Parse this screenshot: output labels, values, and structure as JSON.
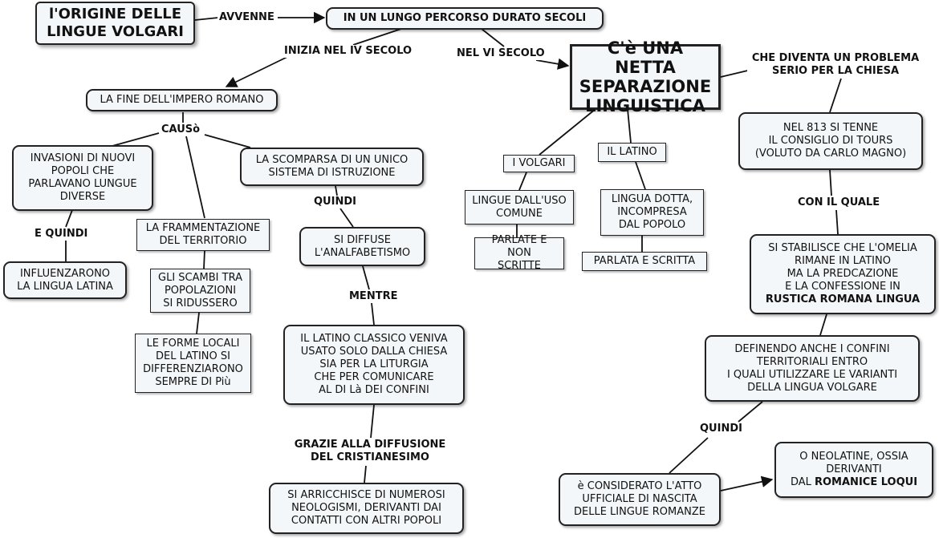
{
  "nodes": {
    "title": "l'ORIGINE DELLE\nLINGUE VOLGARI",
    "percorso": "IN UN LUNGO PERCORSO DURATO SECOLI",
    "fine_impero": "LA FINE DELL'IMPERO ROMANO",
    "invasioni": "INVASIONI DI NUOVI\nPOPOLI CHE\nPARLAVANO LUNGUE\nDIVERSE",
    "influenzarono": "INFLUENZARONO\nLA LINGUA LATINA",
    "frammentazione": "LA FRAMMENTAZIONE\nDEL TERRITORIO",
    "scambi": "GLI SCAMBI TRA\nPOPOLAZIONI\nSI RIDUSSERO",
    "forme_locali": "LE FORME LOCALI\nDEL LATINO SI\nDIFFERENZIARONO\nSEMPRE DI Più",
    "scomparsa": "LA SCOMPARSA DI UN UNICO\nSISTEMA DI ISTRUZIONE",
    "analfabetismo": "SI DIFFUSE\nL'ANALFABETISMO",
    "latino_classico": "IL LATINO CLASSICO VENIVA\nUSATO SOLO DALLA CHIESA\nSIA PER LA LITURGIA\nCHE PER COMUNICARE\nAL DI Là DEI CONFINI",
    "neologismi": "SI ARRICCHISCE DI NUMEROSI\nNEOLOGISMI, DERIVANTI DAI\nCONTATTI CON ALTRI POPOLI",
    "separazione": "C'è UNA NETTA\nSEPARAZIONE\nLINGUISTICA",
    "volgari": "I VOLGARI",
    "latino": "IL LATINO",
    "uso_comune": "LINGUE DALL'USO\nCOMUNE",
    "parlate_non": "PARLATE E NON\nSCRITTE",
    "lingua_dotta": "LINGUA DOTTA,\nINCOMPRESA\nDAL POPOLO",
    "parlata_scritta": "PARLATA E SCRITTA",
    "tours": "NEL 813 SI TENNE\nIL CONSIGLIO DI TOURS\n(VOLUTO DA CARLO MAGNO)",
    "omelia": "SI STABILISCE CHE L'OMELIA\nRIMANE IN LATINO\nMA LA PREDCAZIONE\nE LA CONFESSIONE IN",
    "omelia_bold": "RUSTICA ROMANA LINGUA",
    "confini": "DEFINENDO ANCHE I CONFINI\nTERRITORIALI ENTRO\nI QUALI UTILIZZARE LE VARIANTI\nDELLA LINGUA VOLGARE",
    "atto": "è CONSIDERATO L'ATTO\nUFFICIALE DI NASCITA\nDELLE LINGUE ROMANZE",
    "neolatine": "O NEOLATINE, OSSIA\nDERIVANTI\nDAL ",
    "neolatine_bold": "ROMANICE LOQUI"
  },
  "labels": {
    "avvenne": "AVVENNE",
    "inizia": "INIZIA NEL IV SECOLO",
    "nel_vi": "NEL VI SECOLO",
    "diventa": "CHE DIVENTA UN PROBLEMA\nSERIO PER LA CHIESA",
    "causo": "CAUSò",
    "e_quindi": "E QUINDI",
    "quindi_1": "QUINDI",
    "mentre": "MENTRE",
    "grazie": "GRAZIE ALLA DIFFUSIONE\nDEL CRISTIANESIMO",
    "con_il_quale": "CON IL QUALE",
    "quindi_2": "QUINDI"
  }
}
